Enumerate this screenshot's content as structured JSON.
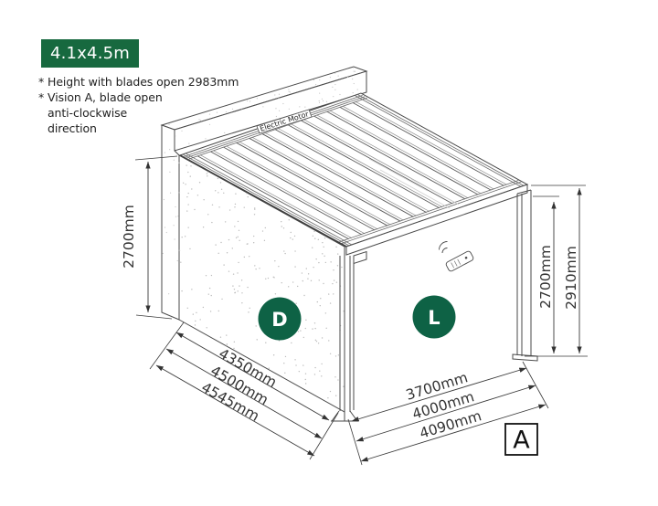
{
  "badge": {
    "label": "4.1x4.5m"
  },
  "notes": {
    "line1": "* Height with blades open 2983mm",
    "line2": "* Vision A, blade open",
    "line3": "anti-clockwise",
    "line4": "direction"
  },
  "diagram": {
    "motor_label": "Electric Motor",
    "marker_d": "D",
    "marker_l": "L",
    "view_label": "A",
    "dim_left_height": "2700mm",
    "dim_right_height_inner": "2700mm",
    "dim_right_height_outer": "2910mm",
    "dim_depth_inner": "4350mm",
    "dim_depth_mid": "4500mm",
    "dim_depth_outer": "4545mm",
    "dim_width_inner": "3700mm",
    "dim_width_mid": "4000mm",
    "dim_width_outer": "4090mm"
  },
  "colors": {
    "badge_green": "#17693F",
    "marker_green": "#0E6245",
    "line": "#4a4a4a",
    "dim": "#3a3a3a"
  }
}
